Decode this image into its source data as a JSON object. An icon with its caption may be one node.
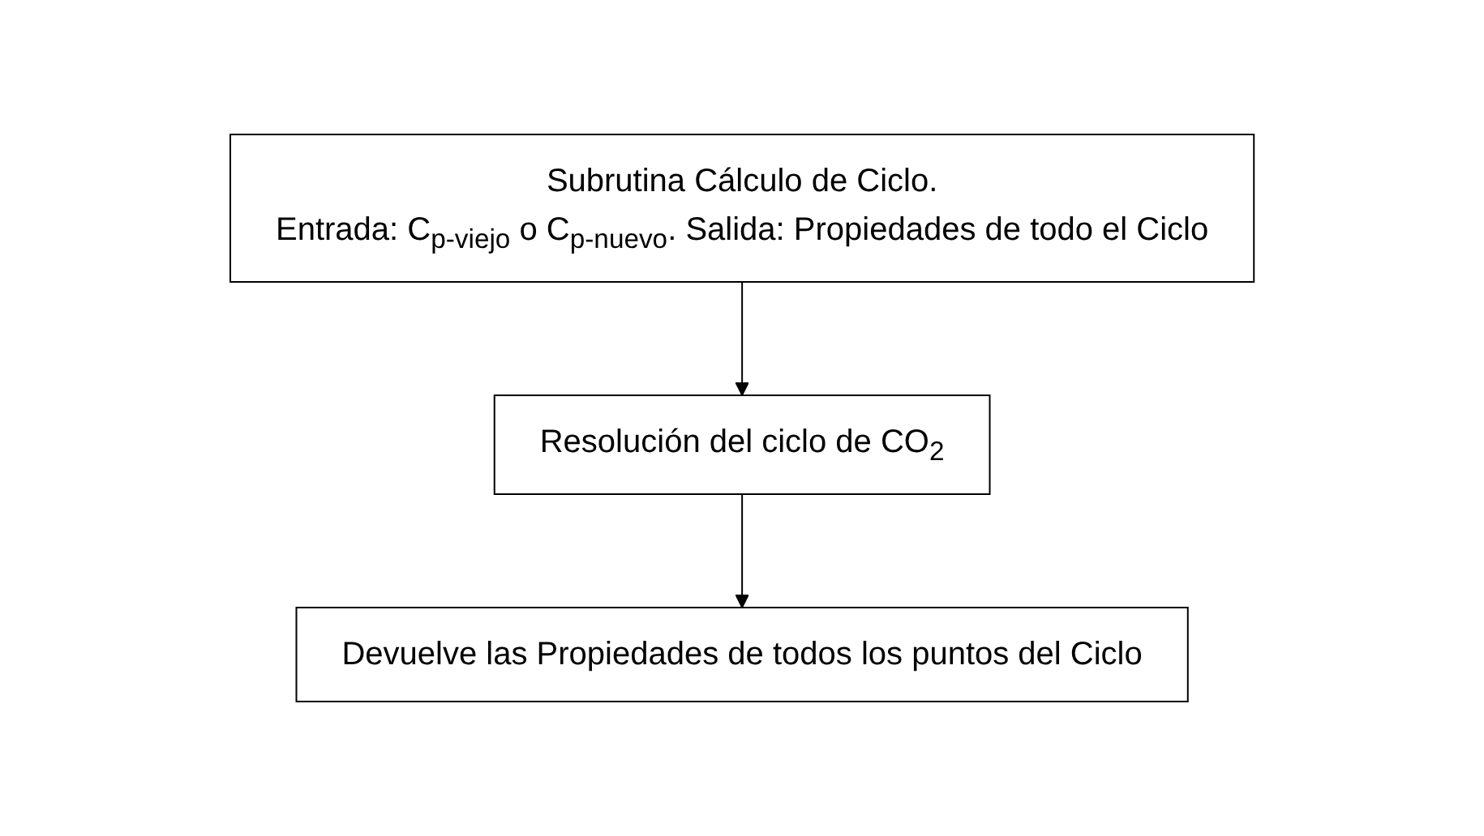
{
  "diagram": {
    "nodes": [
      {
        "text": [
          "Subrutina Cálculo de Ciclo.",
          "Entrada: C$_{p-viejo}$ o C$_{p-nuevo}$. Salida: Propiedades de todo el Ciclo"
        ]
      },
      {
        "text": [
          "Resolución del ciclo de CO$_{2}$"
        ]
      },
      {
        "text": [
          "Devuelve las Propiedades de todos los puntos del Ciclo"
        ]
      }
    ],
    "edges": [
      {
        "from": 0,
        "to": 1,
        "arrow": "to"
      },
      {
        "from": 1,
        "to": 2,
        "arrow": "to"
      }
    ]
  }
}
